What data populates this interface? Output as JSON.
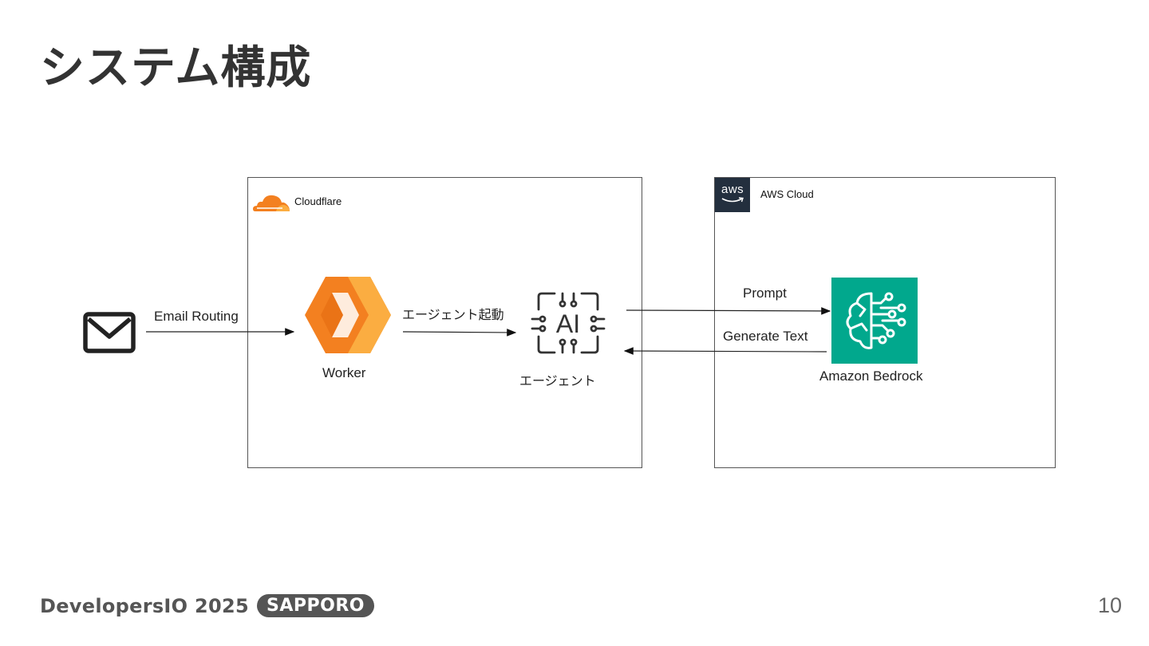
{
  "slide": {
    "title": "システム構成",
    "page_number": "10"
  },
  "footer": {
    "brand": "DevelopersIO 2025",
    "badge": "SAPPORO"
  },
  "groups": {
    "cloudflare": {
      "label": "Cloudflare",
      "icon": "cloudflare-cloud-icon",
      "color": "#f38020"
    },
    "aws": {
      "label": "AWS Cloud",
      "badge_text": "aws",
      "icon": "aws-logo-icon",
      "color": "#232f3e"
    }
  },
  "nodes": {
    "email": {
      "icon": "mail-icon"
    },
    "worker": {
      "label": "Worker",
      "icon": "cloudflare-workers-icon",
      "color": "#f38020"
    },
    "agent": {
      "label": "エージェント",
      "icon": "ai-chip-icon",
      "icon_text": "AI"
    },
    "bedrock": {
      "label": "Amazon Bedrock",
      "icon": "bedrock-brain-icon",
      "color": "#01a88d"
    }
  },
  "edges": {
    "email_to_worker": "Email Routing",
    "worker_to_agent": "エージェント起動",
    "agent_to_bedrock": "Prompt",
    "bedrock_to_agent": "Generate Text"
  }
}
